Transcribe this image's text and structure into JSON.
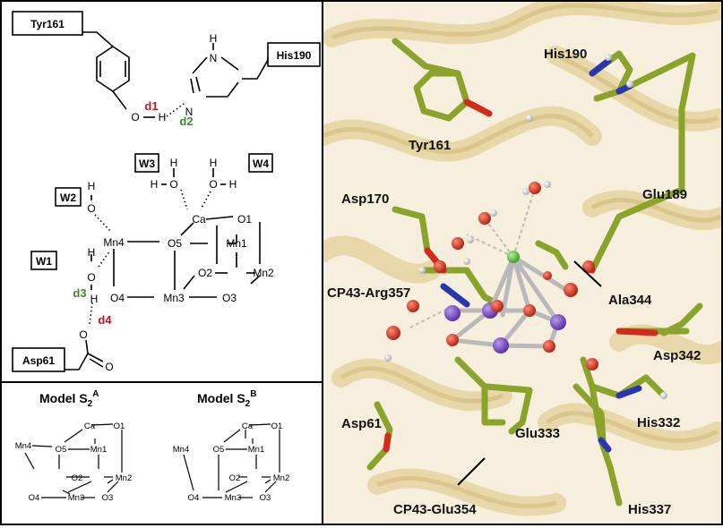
{
  "scheme": {
    "residues": {
      "tyr": "Tyr161",
      "his": "His190",
      "asp": "Asp61"
    },
    "hbond_labels": {
      "d1": "d1",
      "d2": "d2",
      "d3": "d3",
      "d4": "d4"
    },
    "waters": {
      "w1": "W1",
      "w2": "W2",
      "w3": "W3",
      "w4": "W4"
    },
    "atoms": {
      "n": "N",
      "nh": "H",
      "o_phenol": "O",
      "h_phenol": "H",
      "mn1": "Mn1",
      "mn2": "Mn2",
      "mn3": "Mn3",
      "mn4": "Mn4",
      "ca": "Ca",
      "o1": "O1",
      "o2": "O2",
      "o3": "O3",
      "o4": "O4",
      "o5": "O5",
      "h": "H",
      "o": "O"
    }
  },
  "models": {
    "a_title": "Model S",
    "a_sub": "2",
    "a_sup": "A",
    "b_title": "Model S",
    "b_sub": "2",
    "b_sup": "B"
  },
  "structure_labels": {
    "his190": "His190",
    "tyr161": "Tyr161",
    "glu189": "Glu189",
    "asp170": "Asp170",
    "cp43_arg357": "CP43-Arg357",
    "ala344": "Ala344",
    "asp342": "Asp342",
    "his332": "His332",
    "asp61": "Asp61",
    "glu333": "Glu333",
    "cp43_glu354": "CP43-Glu354",
    "his337": "His337"
  },
  "colors": {
    "carbon": "#8aa32a",
    "oxygen": "#d42a1a",
    "nitrogen": "#2a35b0",
    "manganese": "#7a4cc0",
    "calcium": "#5cc43a",
    "ribbon": "#e8d7a6",
    "background": "#f6efdd",
    "d_red": "#c0141e",
    "d_green": "#3a8a2e"
  }
}
